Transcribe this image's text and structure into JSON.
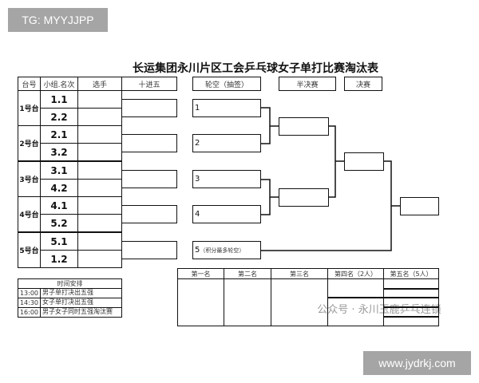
{
  "watermark_top": "TG: MYYJJPP",
  "watermark_bottom": "www.jydrkj.com",
  "watermark_wechat": "公众号 · 永川玉鹿乒乓连锁",
  "title": "长运集团永川片区工会乒乓球女子单打比赛淘汰表",
  "headers": {
    "table": "台号",
    "rank": "小组.名次",
    "player": "选手",
    "r10": "十进五",
    "bye": "轮空（抽签）",
    "semi": "半决赛",
    "final": "决赛"
  },
  "tables": [
    {
      "label": "1号台",
      "ranks": [
        "1.1",
        "2.2"
      ]
    },
    {
      "label": "2号台",
      "ranks": [
        "2.1",
        "3.2"
      ]
    },
    {
      "label": "3号台",
      "ranks": [
        "3.1",
        "4.2"
      ]
    },
    {
      "label": "4号台",
      "ranks": [
        "4.1",
        "5.2"
      ]
    },
    {
      "label": "5号台",
      "ranks": [
        "5.1",
        "1.2"
      ]
    }
  ],
  "bye_slots": [
    "1",
    "2",
    "3",
    "4",
    "5"
  ],
  "bye_note": "（积分最多轮空）",
  "schedule": {
    "title": "时间安排",
    "rows": [
      {
        "time": "13:00",
        "event": "男子单打决出五强"
      },
      {
        "time": "14:30",
        "event": "女子单打决出五强"
      },
      {
        "time": "16:00",
        "event": "男子女子同时五强淘汰赛"
      }
    ]
  },
  "placings": [
    "第一名",
    "第二名",
    "第三名",
    "第四名（2人）",
    "第五名（5人）"
  ]
}
